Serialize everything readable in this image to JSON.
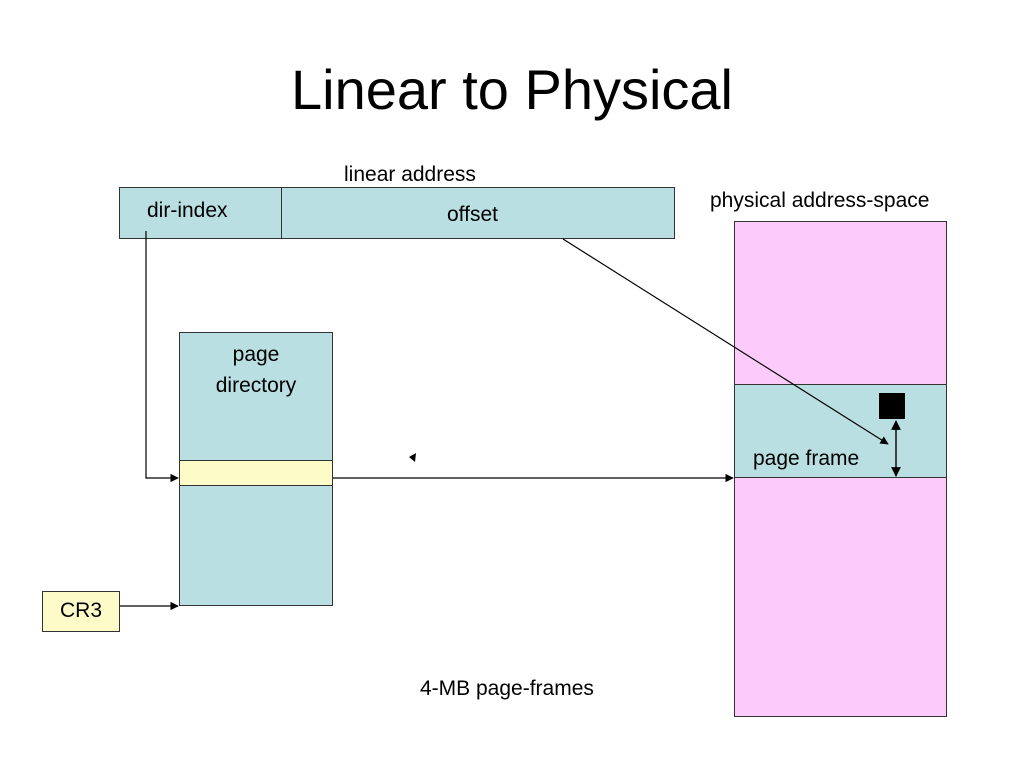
{
  "title": "Linear to Physical",
  "linear_address": {
    "label": "linear address",
    "dir_index": "dir-index",
    "offset": "offset"
  },
  "page_directory": {
    "label_line1": "page",
    "label_line2": "directory"
  },
  "cr3": "CR3",
  "physical": {
    "label": "physical address-space",
    "page_frame": "page frame"
  },
  "footnote": "4-MB page-frames",
  "colors": {
    "teal": "#b9dfe3",
    "pink": "#fccbfc",
    "cream": "#fdfcc9"
  }
}
